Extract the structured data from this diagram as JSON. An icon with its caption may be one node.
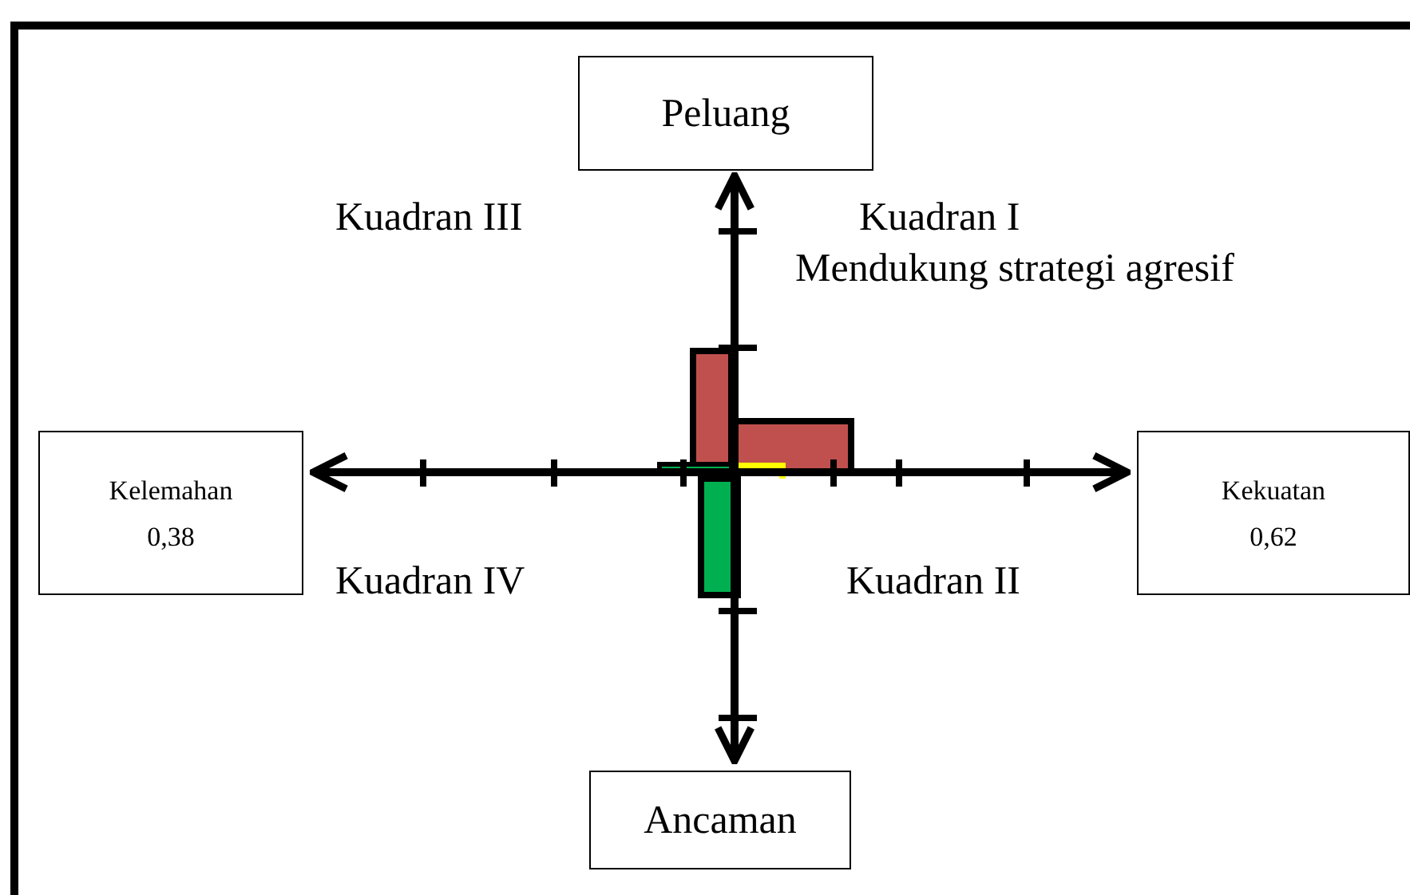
{
  "diagram": {
    "nodes": [
      {
        "text": [
          "Peluang"
        ]
      },
      {
        "text": [
          "Kelemahan",
          "0,38"
        ]
      },
      {
        "text": [
          "Kekuatan",
          "0,62"
        ]
      },
      {
        "text": [
          "Ancaman"
        ]
      }
    ],
    "edges": [
      {
        "from": 1,
        "to": 2,
        "arrow": "both"
      },
      {
        "from": 3,
        "to": 0,
        "arrow": "both"
      }
    ],
    "labels": [
      "Kuadran III",
      "Kuadran I",
      "Mendukung strategi agresif",
      "Kuadran IV",
      "Kuadran II"
    ]
  }
}
